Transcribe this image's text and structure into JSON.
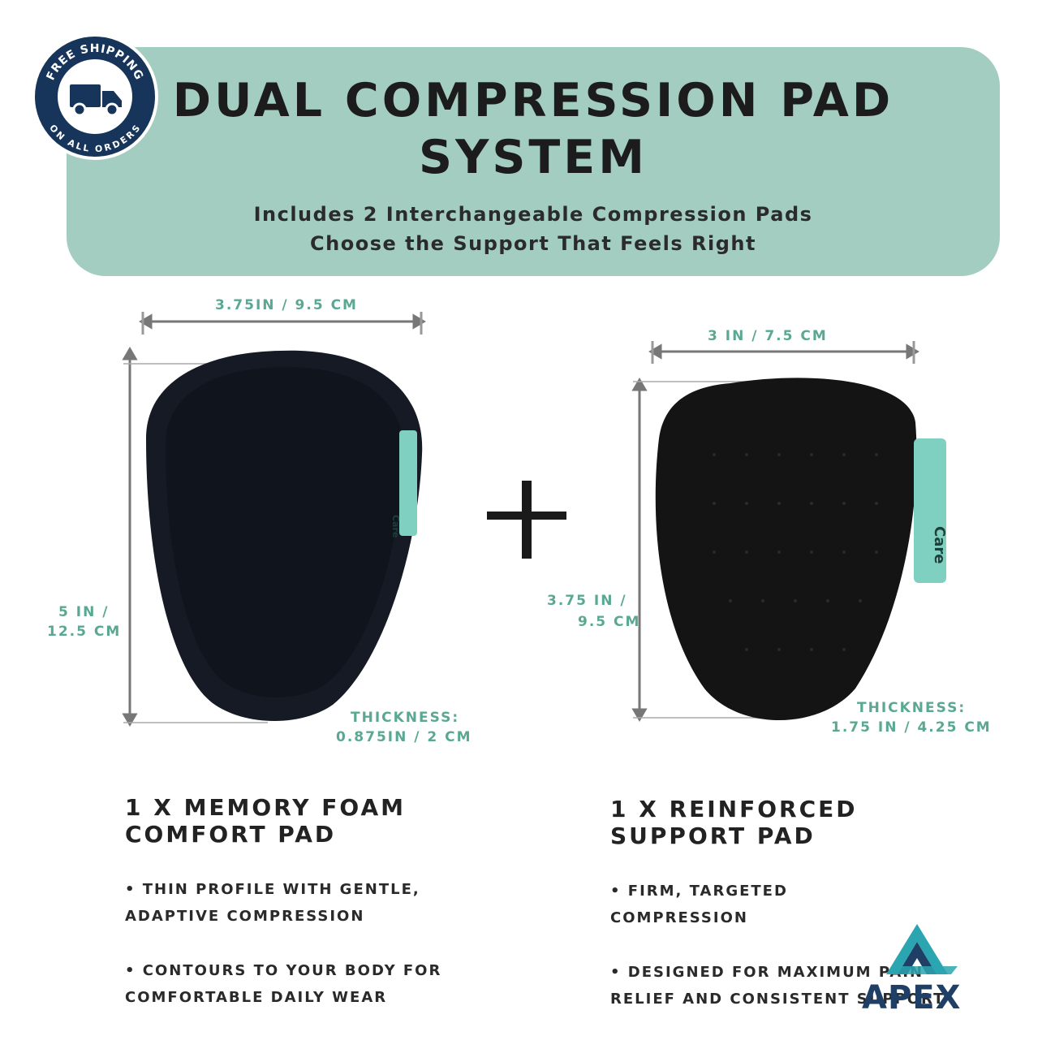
{
  "header": {
    "title_line1": "DUAL COMPRESSION PAD",
    "title_line2": "SYSTEM",
    "subtitle_line1": "Includes 2 Interchangeable Compression Pads",
    "subtitle_line2": "Choose the Support That Feels Right"
  },
  "badge": {
    "top_text": "FREE SHIPPING",
    "bottom_text": "ON ALL ORDERS",
    "icon": "truck-icon"
  },
  "pad_left": {
    "width_label": "3.75IN / 9.5 CM",
    "height_label_line1": "5 IN /",
    "height_label_line2": "12.5 CM",
    "thickness_line1": "THICKNESS:",
    "thickness_line2": "0.875IN / 2 CM",
    "tag_text": "Care",
    "heading_line1": "1 X MEMORY FOAM",
    "heading_line2": "COMFORT PAD",
    "bullet1_line1": "• THIN PROFILE WITH GENTLE,",
    "bullet1_line2": "ADAPTIVE COMPRESSION",
    "bullet2_line1": "• CONTOURS TO YOUR BODY FOR",
    "bullet2_line2": "COMFORTABLE DAILY WEAR"
  },
  "pad_right": {
    "width_label": "3 IN / 7.5 CM",
    "height_label_line1": "3.75 IN /",
    "height_label_line2": "9.5 CM",
    "thickness_line1": "THICKNESS:",
    "thickness_line2": "1.75 IN / 4.25 CM",
    "tag_text": "Care",
    "heading_line1": "1 X REINFORCED",
    "heading_line2": "SUPPORT PAD",
    "bullet1_line1": "• FIRM, TARGETED",
    "bullet1_line2": "COMPRESSION",
    "bullet2_line1": "• DESIGNED FOR MAXIMUM PAIN",
    "bullet2_line2": "RELIEF AND CONSISTENT SUPPORT"
  },
  "plus_symbol": "+",
  "apex_logo": "APEX",
  "colors": {
    "header_bg": "#a3cdc1",
    "accent": "#5aa893",
    "pad": "#151a24",
    "badge_bg": "#17345a",
    "apex_blue": "#1f3f66",
    "apex_teal": "#2ba6b0"
  }
}
